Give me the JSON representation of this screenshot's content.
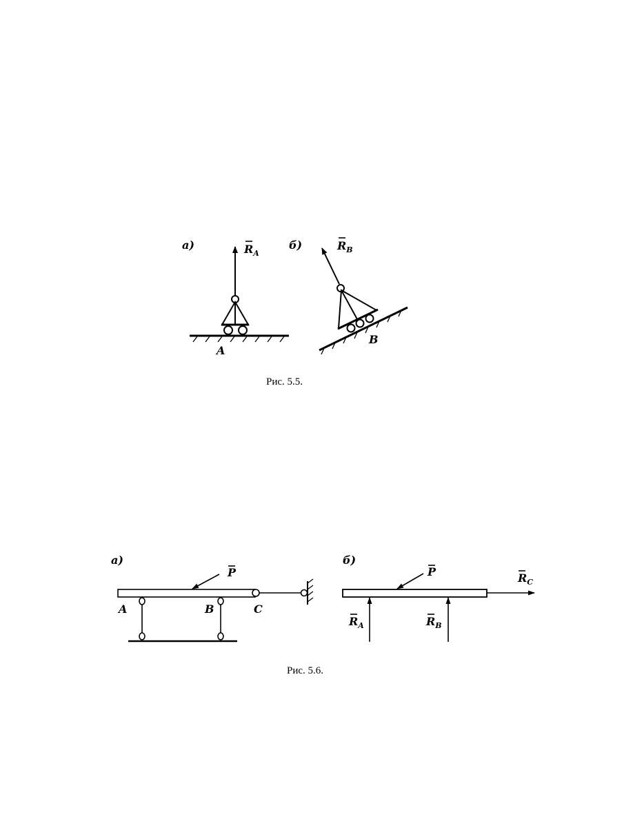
{
  "figure_5_5": {
    "caption": "Рис. 5.5.",
    "panel_a": {
      "tag": "а)",
      "force": "R",
      "force_sub": "A",
      "point": "A"
    },
    "panel_b": {
      "tag": "б)",
      "force": "R",
      "force_sub": "B",
      "point": "B"
    }
  },
  "figure_5_6": {
    "caption": "Рис. 5.6.",
    "panel_a": {
      "tag": "а)",
      "load": "P",
      "point_a": "A",
      "point_b": "B",
      "point_c": "C"
    },
    "panel_b": {
      "tag": "б)",
      "load": "P",
      "ra": "R",
      "ra_sub": "A",
      "rb": "R",
      "rb_sub": "B",
      "rc": "R",
      "rc_sub": "C"
    }
  }
}
